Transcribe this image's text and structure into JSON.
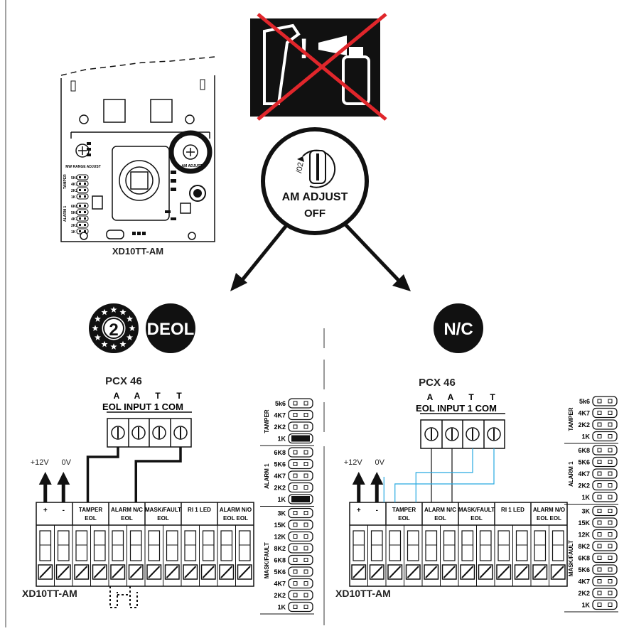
{
  "warning": {
    "prohibited": "spray-can-and-cover-tamper-icon"
  },
  "adjust": {
    "label": "AM ADJUST",
    "state": "OFF",
    "dial_text": "/02"
  },
  "detector": {
    "model": "XD10TT-AM",
    "board": {
      "mw_label": "MW RANGE ADJUST",
      "am_label": "AM ADJUST",
      "tamper_label": "TAMPER",
      "alarm_label": "ALARM 1",
      "jumper_rows_top": [
        "5K6",
        "4K7",
        "2K2",
        "1K"
      ],
      "jumper_rows_bottom": [
        "6K8",
        "5K6",
        "4K7",
        "2K2",
        "1K"
      ]
    }
  },
  "left": {
    "grade": "2",
    "mode": "DEOL",
    "panel": "PCX 46",
    "panel_terms": [
      "A",
      "A",
      "T",
      "T"
    ],
    "panel_caption": "EOL INPUT 1 COM",
    "power": [
      "+12V",
      "0V"
    ],
    "term_plus": "+",
    "term_minus": "-",
    "term_groups": [
      {
        "l1": "TAMPER",
        "l2": "EOL"
      },
      {
        "l1": "ALARM N/C",
        "l2": "EOL"
      },
      {
        "l1": "MASK/FAULT",
        "l2": "EOL"
      },
      {
        "l1": "RI 1 LED",
        "l2": ""
      },
      {
        "l1": "ALARM N/O",
        "l2": "EOL EOL"
      }
    ],
    "device_label": "XD10TT-AM"
  },
  "right": {
    "mode": "N/C",
    "panel": "PCX 46",
    "panel_terms": [
      "A",
      "A",
      "T",
      "T"
    ],
    "panel_caption": "EOL INPUT 1 COM",
    "power": [
      "+12V",
      "0V"
    ],
    "term_plus": "+",
    "term_minus": "-",
    "term_groups": [
      {
        "l1": "TAMPER",
        "l2": "EOL"
      },
      {
        "l1": "ALARM N/C",
        "l2": "EOL"
      },
      {
        "l1": "MASK/FAULT",
        "l2": "EOL"
      },
      {
        "l1": "RI 1 LED",
        "l2": ""
      },
      {
        "l1": "ALARM N/O",
        "l2": "EOL EOL"
      }
    ],
    "device_label": "XD10TT-AM"
  },
  "jumpers": {
    "tamper_label": "TAMPER",
    "alarm_label": "ALARM 1",
    "mask_label": "MASK/FAULT",
    "tamper": [
      "5k6",
      "4K7",
      "2K2",
      "1K"
    ],
    "alarm": [
      "6K8",
      "5K6",
      "4K7",
      "2K2",
      "1K"
    ],
    "mask": [
      "3K",
      "15K",
      "12K",
      "8K2",
      "6K8",
      "5K6",
      "4K7",
      "2K2",
      "1K"
    ]
  },
  "colors": {
    "wire_nc": "#27a9e1",
    "prohibit": "#e0262b",
    "black": "#111111"
  }
}
